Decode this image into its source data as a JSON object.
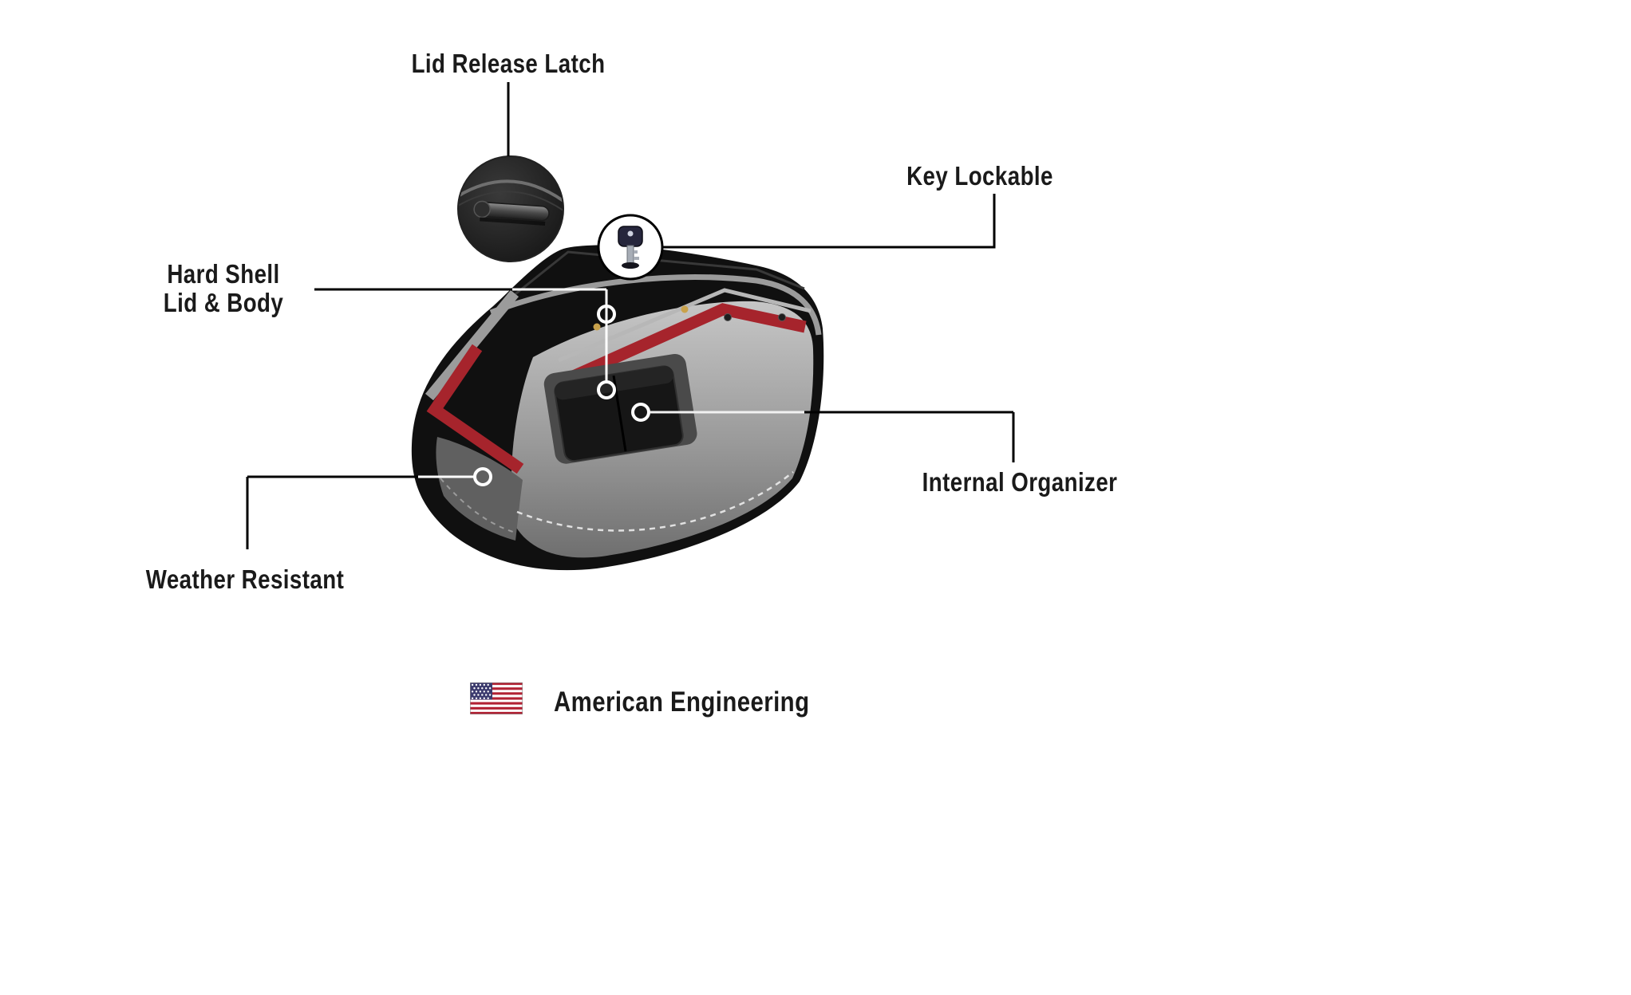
{
  "annotations": {
    "lid_release_latch": {
      "label": "Lid Release Latch"
    },
    "key_lockable": {
      "label": "Key Lockable"
    },
    "hard_shell": {
      "line1": "Hard Shell",
      "line2": "Lid & Body"
    },
    "internal_organizer": {
      "label": "Internal Organizer"
    },
    "weather_resistant": {
      "label": "Weather Resistant"
    }
  },
  "footer": {
    "flag_icon": "us-flag-icon",
    "text": "American Engineering"
  },
  "illustration": {
    "subject": "Hard-shell motorcycle saddlebag cutaway view",
    "insets": [
      {
        "icon": "latch-icon",
        "feature": "Lid Release Latch"
      },
      {
        "icon": "key-icon",
        "feature": "Key Lockable"
      }
    ]
  },
  "colors": {
    "background": "#ffffff",
    "bag_black": "#101010",
    "accent_red": "#a6242c",
    "trim_silver": "#9b9b9b",
    "interior_gray": "#9a9a9a",
    "callout_line": "#000000",
    "text": "#1a1a1a"
  }
}
